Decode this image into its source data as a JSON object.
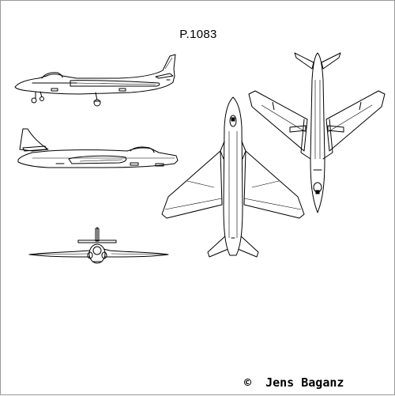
{
  "drawing": {
    "title": "P.1083",
    "credit": "©  Jens Baganz",
    "views": [
      "side-view-gear-down",
      "side-view-clean",
      "front-view",
      "top-view",
      "bottom-view"
    ]
  }
}
